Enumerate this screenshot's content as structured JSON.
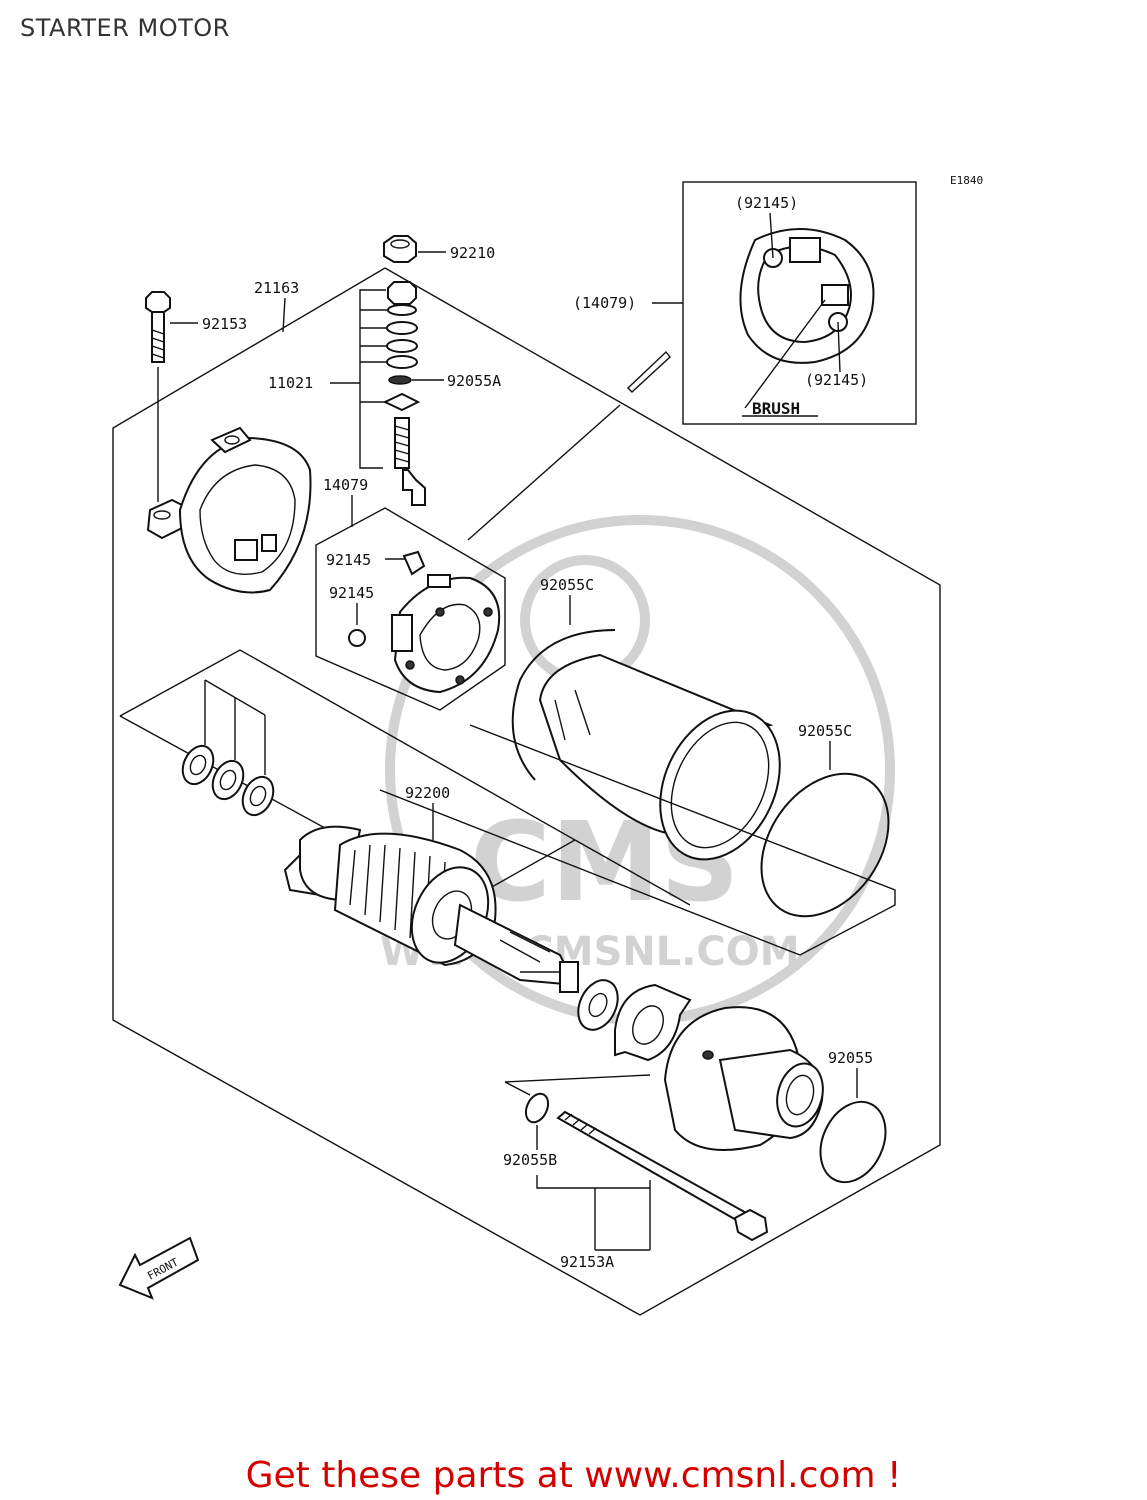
{
  "header": {
    "title": "STARTER MOTOR"
  },
  "diagram": {
    "code": "E1840",
    "watermark": {
      "letters": "CMS",
      "url": "WWW.CMSNL.COM"
    },
    "front_label": "FRONT",
    "labels": {
      "p92210": "92210",
      "p21163": "21163",
      "p92153": "92153",
      "p11021": "11021",
      "p92055A": "92055A",
      "p14079": "14079",
      "p92145a": "92145",
      "p92145b": "92145",
      "p92055C_a": "92055C",
      "p92055C_b": "92055C",
      "p92200": "92200",
      "p92055": "92055",
      "p92055B": "92055B",
      "p92153A": "92153A"
    },
    "inset": {
      "top_label": "(92145)",
      "bottom_label": "(92145)",
      "side_label": "(14079)",
      "brush_label": "BRUSH"
    }
  },
  "footer": {
    "text": "Get these parts at www.cmsnl.com !"
  }
}
